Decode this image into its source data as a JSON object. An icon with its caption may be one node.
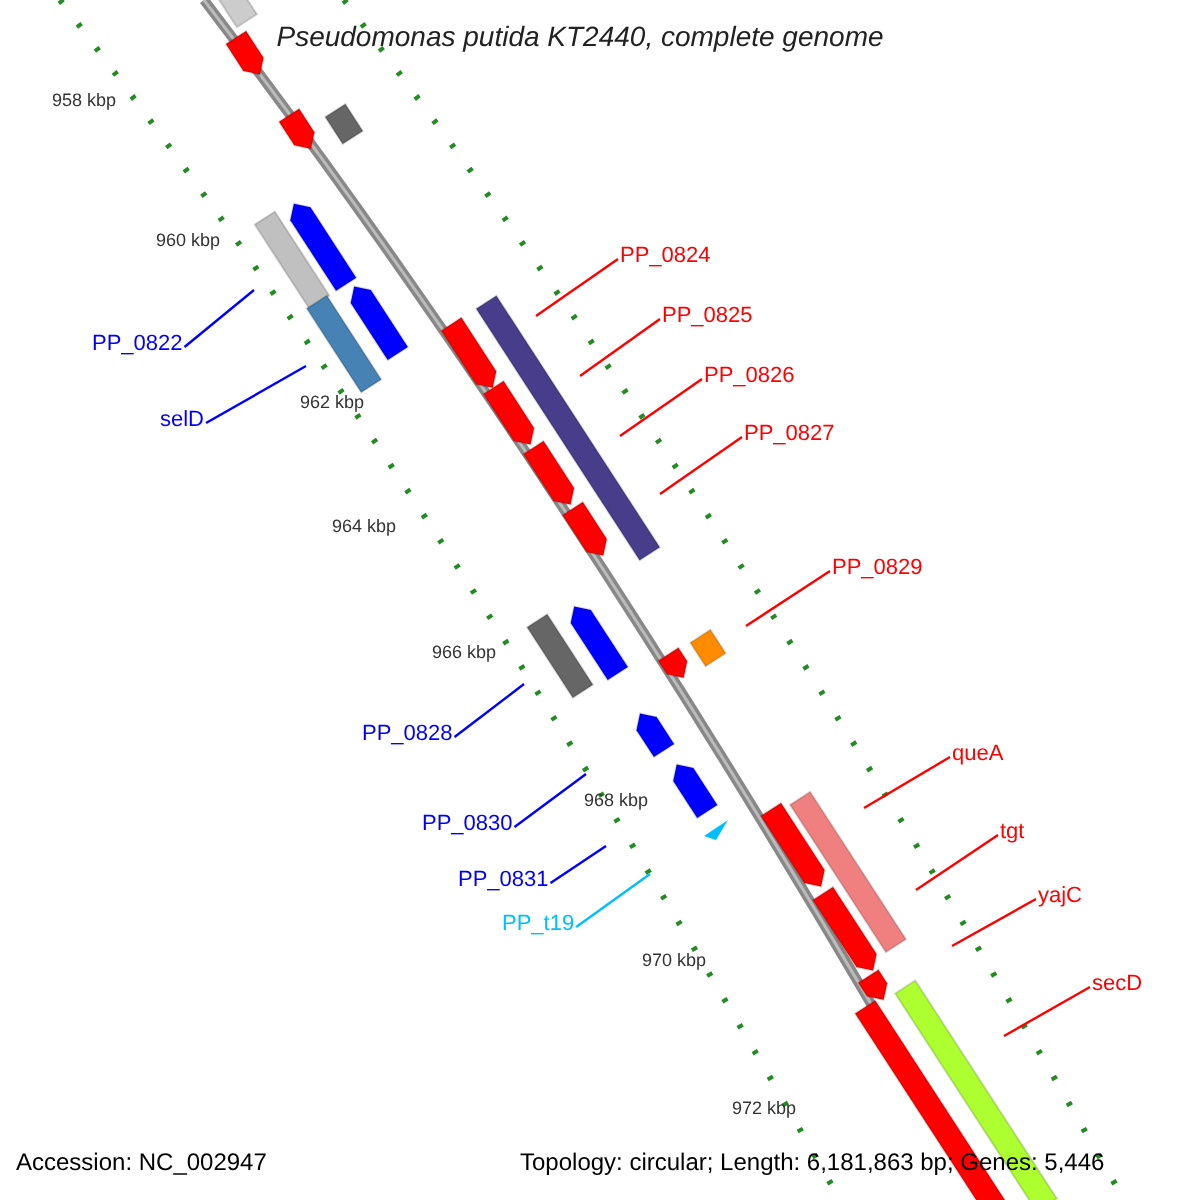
{
  "diagram": {
    "title": "Pseudomonas putida KT2440, complete genome",
    "nodes": [
      {
        "text": [
          "PP_0824"
        ]
      },
      {
        "text": [
          "PP_0825"
        ]
      },
      {
        "text": [
          "PP_0822"
        ]
      },
      {
        "text": [
          "PP_0826"
        ]
      },
      {
        "text": [
          "selD"
        ]
      },
      {
        "text": [
          "PP_0827"
        ]
      },
      {
        "text": [
          "PP_0829"
        ]
      },
      {
        "text": [
          "PP_0828"
        ]
      },
      {
        "text": [
          "queA"
        ]
      },
      {
        "text": [
          "PP_0830"
        ]
      },
      {
        "text": [
          "tgt"
        ]
      },
      {
        "text": [
          "PP_0831"
        ]
      },
      {
        "text": [
          "yajC"
        ]
      },
      {
        "text": [
          "PP_t19"
        ]
      },
      {
        "text": [
          "secD"
        ]
      }
    ],
    "edges": [
      {
        "from": 0,
        "to": null,
        "arrow": "none"
      },
      {
        "from": 1,
        "to": null,
        "arrow": "none"
      },
      {
        "from": 2,
        "to": null,
        "arrow": "none",
        "color": "#0000ff"
      },
      {
        "from": 3,
        "to": null,
        "arrow": "none"
      },
      {
        "from": 4,
        "to": null,
        "arrow": "none",
        "color": "#0000ff"
      },
      {
        "from": 5,
        "to": null,
        "arrow": "none"
      },
      {
        "from": 6,
        "to": null,
        "arrow": "none"
      },
      {
        "from": 7,
        "to": null,
        "arrow": "none",
        "color": "#0000ff"
      },
      {
        "from": 8,
        "to": null,
        "arrow": "none"
      },
      {
        "from": 9,
        "to": null,
        "arrow": "none",
        "color": "#0000ff"
      },
      {
        "from": 10,
        "to": null,
        "arrow": "none"
      },
      {
        "from": 11,
        "to": null,
        "arrow": "none",
        "color": "#0000ff"
      },
      {
        "from": 12,
        "to": null,
        "arrow": "none"
      },
      {
        "from": 13,
        "to": null,
        "arrow": "none",
        "color": "#00bfff"
      },
      {
        "from": 14,
        "to": null,
        "arrow": "none"
      }
    ],
    "labels": [
      "958 kbp",
      "960 kbp",
      "962 kbp",
      "964 kbp",
      "966 kbp",
      "968 kbp",
      "970 kbp",
      "972 kbp",
      "Accession: NC_002947",
      "Topology: circular; Length: 6,181,863 bp; Genes: 5,446"
    ]
  }
}
